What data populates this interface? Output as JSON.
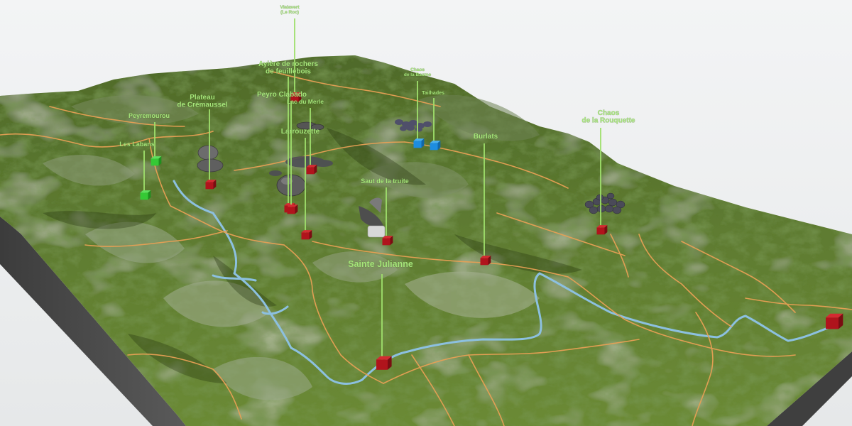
{
  "map": {
    "colors": {
      "sky": "#eceeef",
      "terrain": "#5d7a30",
      "base_wall": "#4a4a4a",
      "river": "#7fb2d8",
      "trail": "#e39a4e",
      "label": "#a6e67a",
      "marker_red": "#b0141c",
      "marker_green": "#35c935",
      "marker_blue": "#1d8de0"
    },
    "places": [
      {
        "id": "sainte-julianne",
        "lines": [
          "Sainte Julianne"
        ],
        "marker": "red"
      },
      {
        "id": "vialavert",
        "lines": [
          "Vialavert",
          "(Le Roc)"
        ],
        "marker": "red"
      },
      {
        "id": "ayiere",
        "lines": [
          "Ayière de rochers",
          "de feuillebois"
        ],
        "marker": "red"
      },
      {
        "id": "plateau",
        "lines": [
          "Plateau",
          "de Crémaussel"
        ],
        "marker": "red"
      },
      {
        "id": "peyremourou",
        "lines": [
          "Peyremourou"
        ],
        "marker": "green"
      },
      {
        "id": "les-labans",
        "lines": [
          "Les Labans"
        ],
        "marker": "green"
      },
      {
        "id": "peyro-clabado",
        "lines": [
          "Peyro Clabado"
        ],
        "marker": "red"
      },
      {
        "id": "lac-du-merle",
        "lines": [
          "Lac du Merle"
        ],
        "marker": "red"
      },
      {
        "id": "larrouzette",
        "lines": [
          "Larrouzette"
        ],
        "marker": "red"
      },
      {
        "id": "chaos-baume",
        "lines": [
          "Chaos",
          "de la Baume"
        ],
        "marker": "blue"
      },
      {
        "id": "tailhades",
        "lines": [
          "Tailhades"
        ],
        "marker": "blue"
      },
      {
        "id": "burlats",
        "lines": [
          "Burlats"
        ],
        "marker": "red"
      },
      {
        "id": "saut-truite",
        "lines": [
          "Saut de la truite"
        ],
        "marker": "red"
      },
      {
        "id": "chaos-rouquette",
        "lines": [
          "Chaos",
          "de la Rouquette"
        ],
        "marker": "red"
      },
      {
        "id": "east-marker",
        "lines": [],
        "marker": "red"
      }
    ]
  }
}
